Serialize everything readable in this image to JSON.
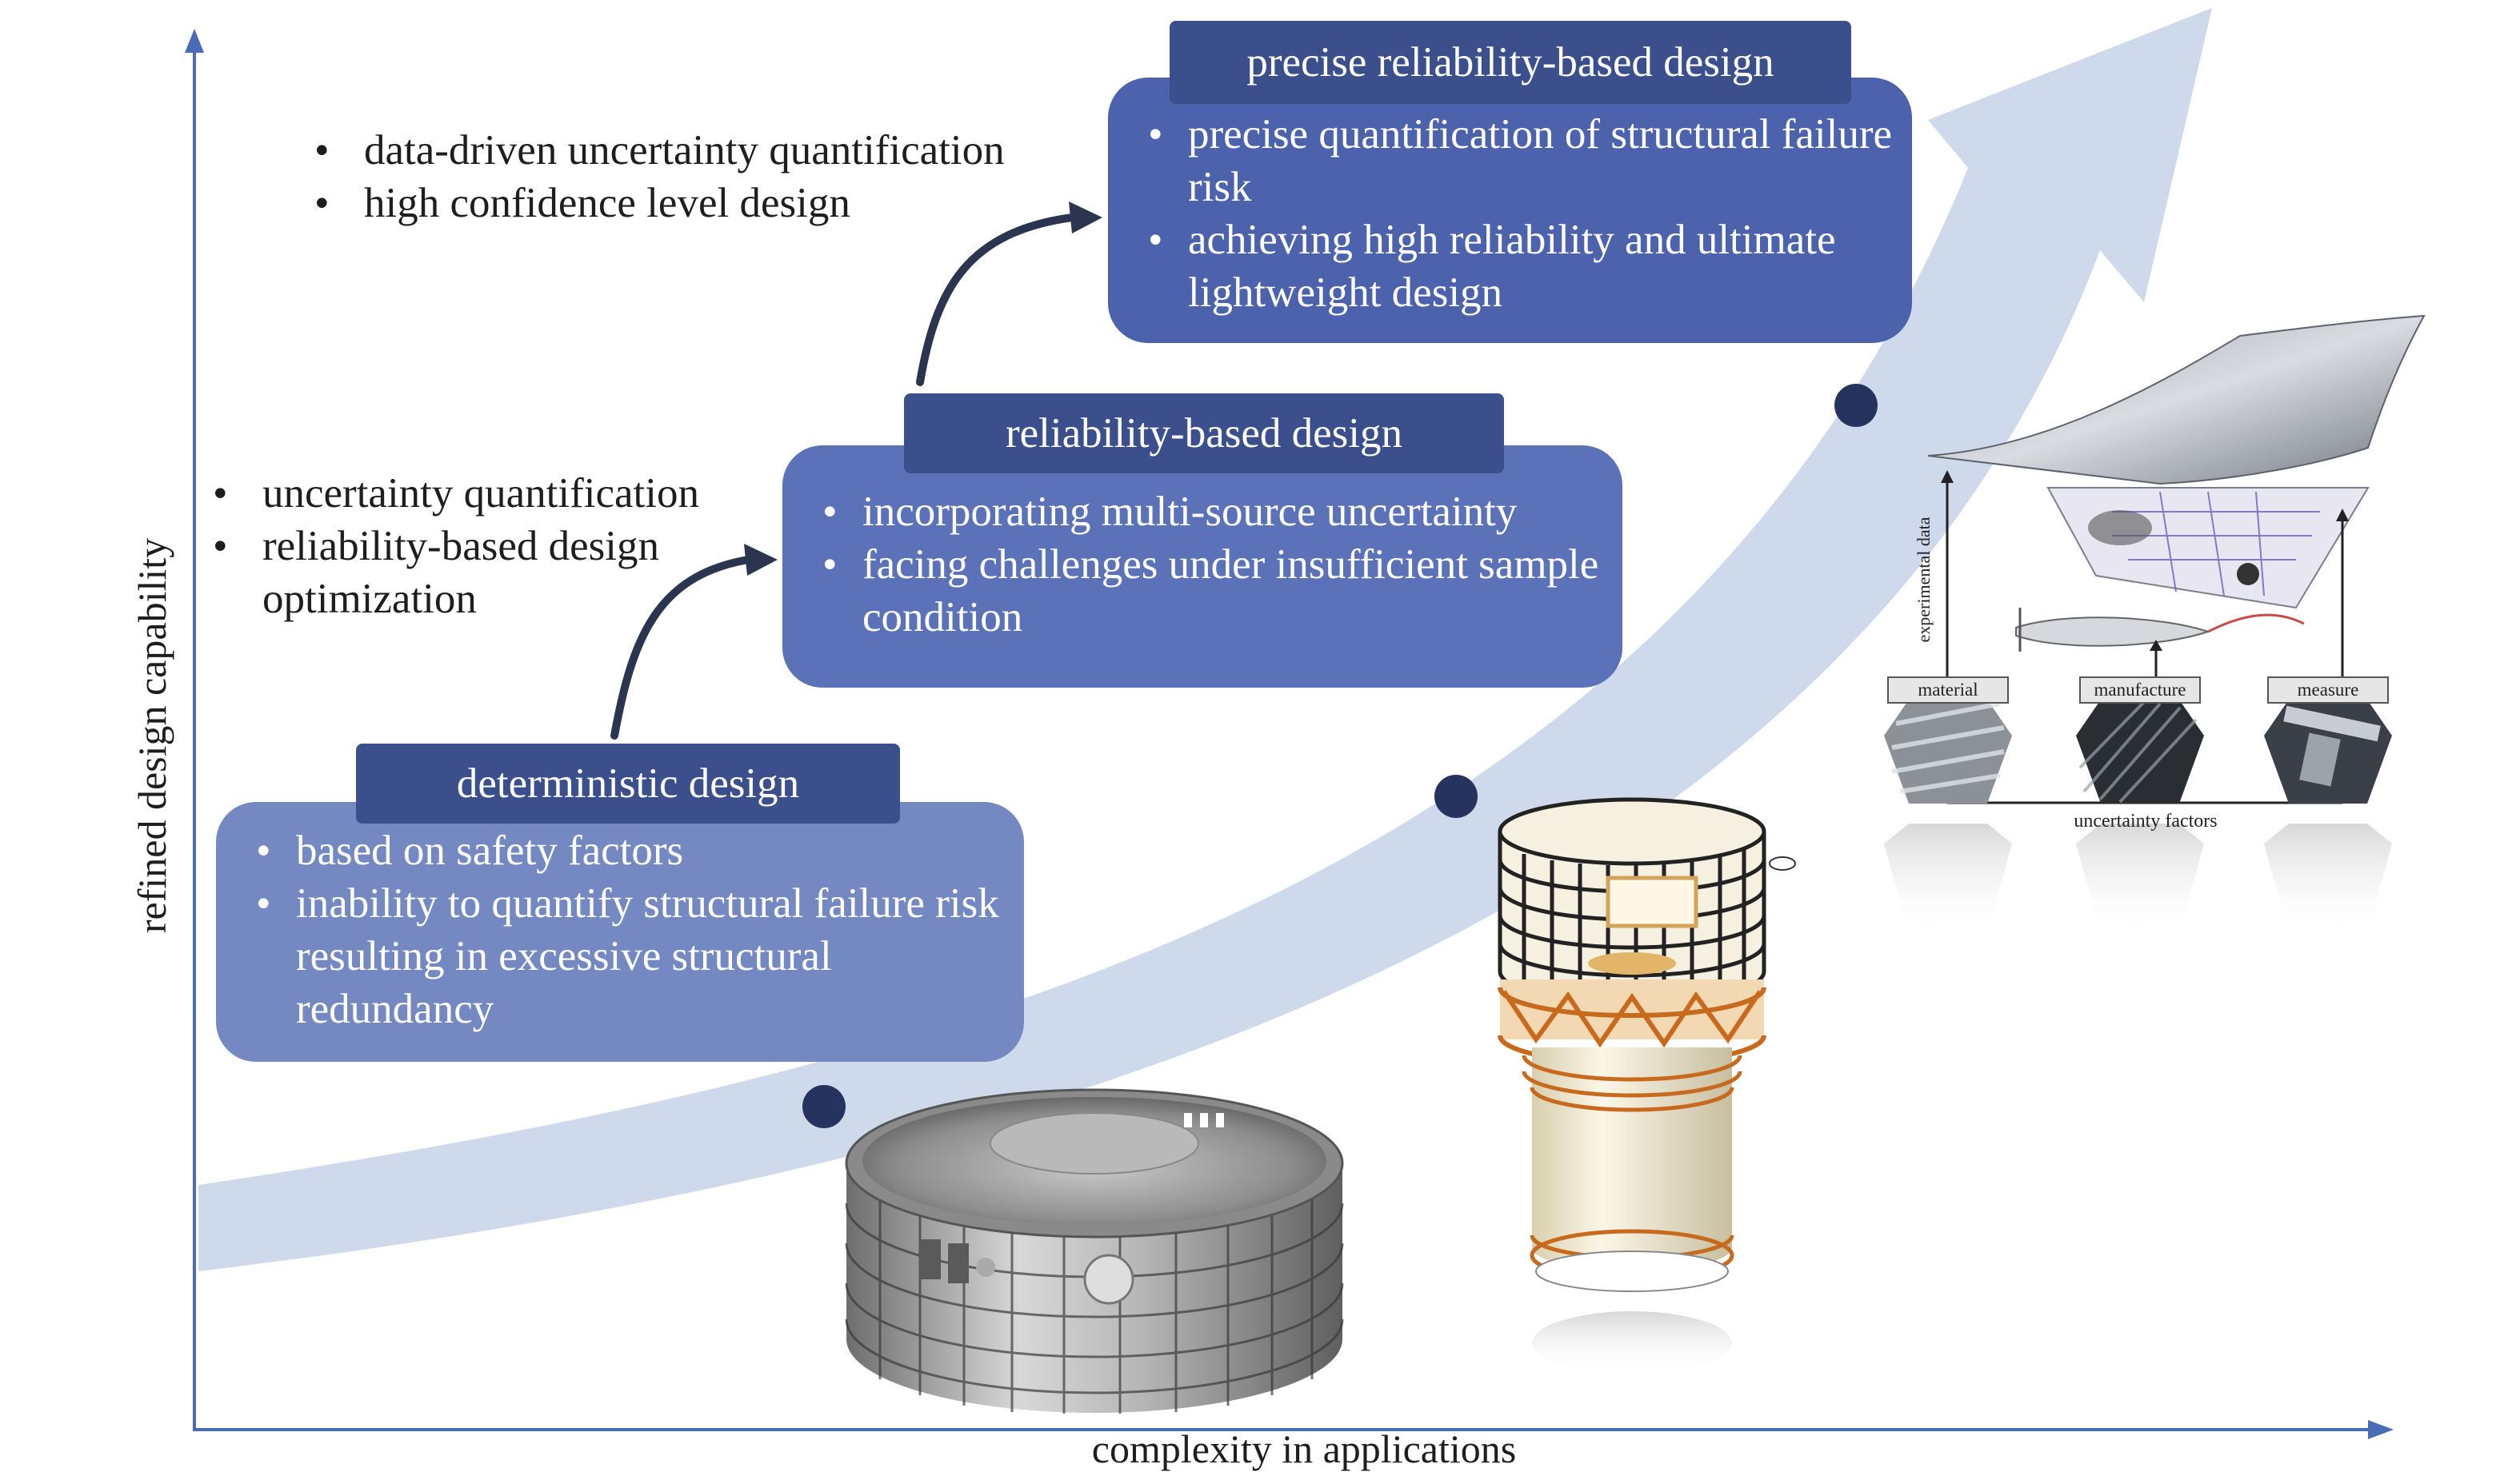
{
  "axes": {
    "y_label": "refined design capability",
    "x_label": "complexity in applications"
  },
  "stages": [
    {
      "title": "deterministic design",
      "bullets": [
        "based on safety factors",
        "inability to quantify structural failure risk resulting in excessive structural redundancy"
      ],
      "color": "#7488c2"
    },
    {
      "title": "reliability-based design",
      "bullets": [
        "incorporating multi-source uncertainty",
        "facing challenges under insufficient sample condition"
      ],
      "color": "#5b72b8"
    },
    {
      "title": "precise reliability-based design",
      "bullets": [
        "precise quantification of structural failure risk",
        "achieving high reliability and ultimate lightweight design"
      ],
      "color": "#4c62ac"
    }
  ],
  "transitions": [
    {
      "bullets": [
        "uncertainty quantification",
        "reliability-based design optimization"
      ]
    },
    {
      "bullets": [
        "data-driven uncertainty quantification",
        "high confidence level design"
      ]
    }
  ],
  "inset": {
    "vertical_label": "experimental data",
    "factors": [
      "material",
      "manufacture",
      "measure"
    ],
    "bottom_label": "uncertainty factors"
  },
  "colors": {
    "header": "#3a4f8c",
    "axis": "#4a6bb5",
    "trend_arrow": "#cfd9ec",
    "dot": "#26335e",
    "curved_arrow": "#2b3550"
  }
}
